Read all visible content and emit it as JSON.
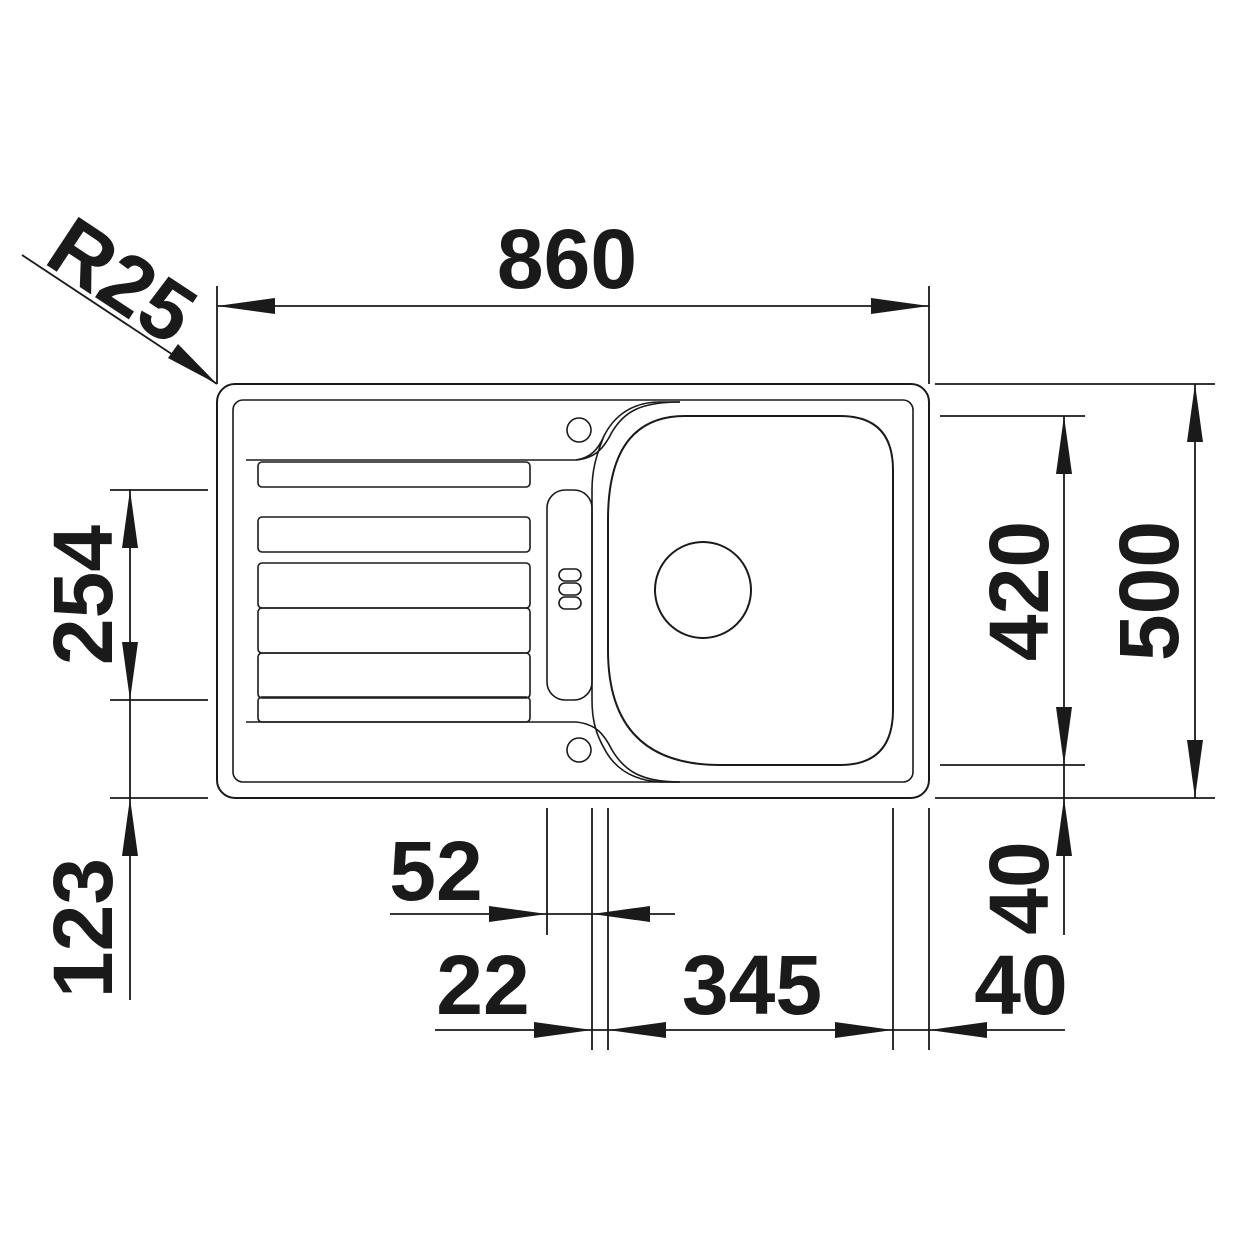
{
  "dimensions": {
    "radius": "R25",
    "overall_width": "860",
    "overall_depth": "500",
    "bowl_depth": "420",
    "drainer_width": "254",
    "front_offset": "123",
    "bowl_back_offset": "40",
    "bowl_side_offset": "40",
    "bowl_width": "345",
    "gap": "22",
    "overflow_width": "52"
  },
  "colors": {
    "line": "#1a1a1a",
    "background": "#ffffff"
  }
}
